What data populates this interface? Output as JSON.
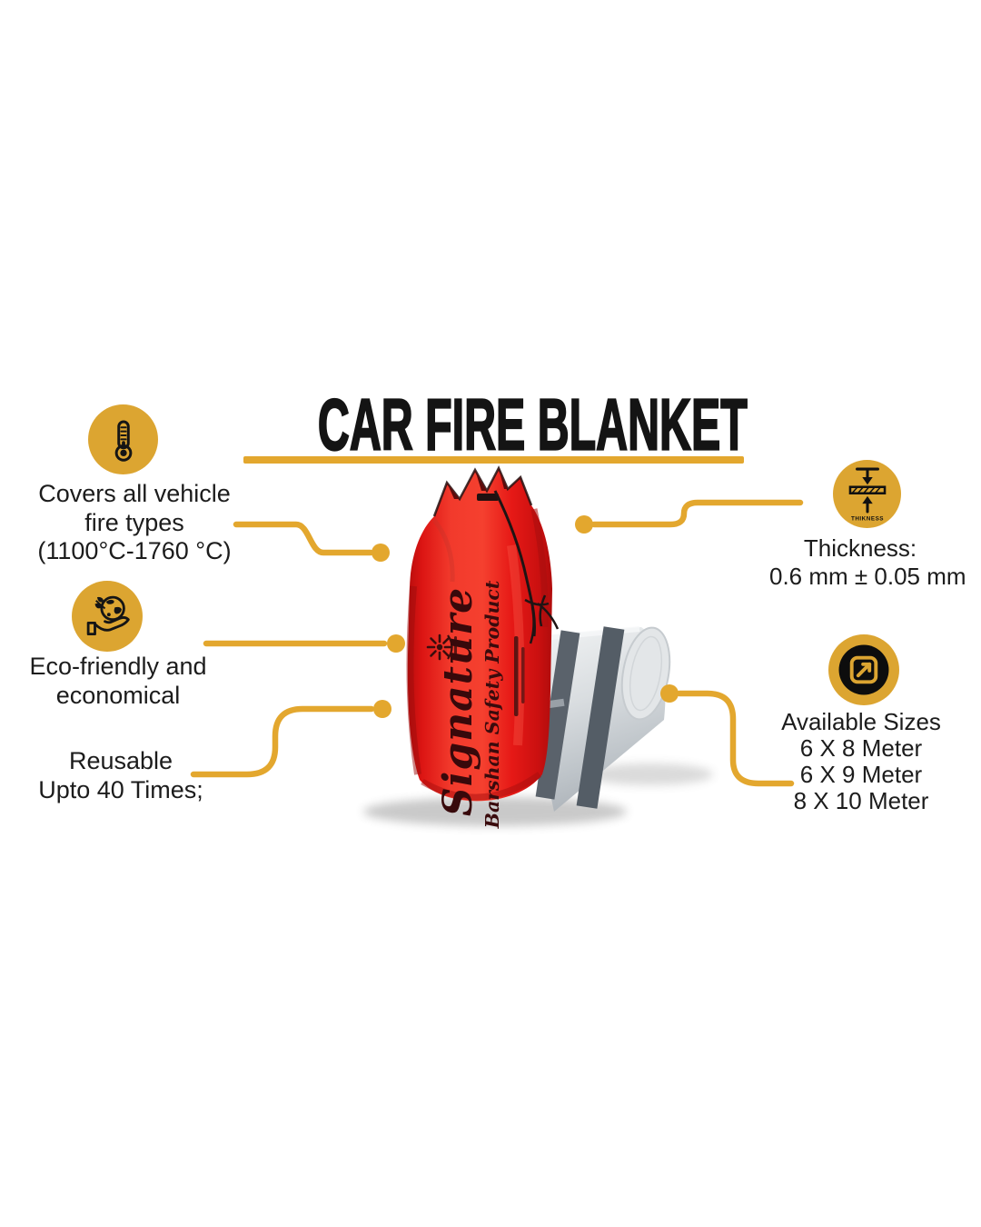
{
  "title": "CAR FIRE BLANKET",
  "callouts_left": [
    {
      "name": "fire-coverage",
      "lines": [
        "Covers all vehicle",
        "fire types",
        "(1100°C-1760 °C)"
      ]
    },
    {
      "name": "eco-friendly",
      "lines": [
        "Eco-friendly and",
        "economical"
      ]
    },
    {
      "name": "reusable",
      "lines": [
        "Reusable",
        "Upto 40 Times;"
      ]
    }
  ],
  "callouts_right": [
    {
      "name": "thickness",
      "icon_label": "THIKNESS",
      "lines": [
        "Thickness:",
        "0.6 mm ± 0.05 mm"
      ]
    },
    {
      "name": "available-sizes",
      "lines": [
        "Available Sizes",
        "6 X 8 Meter",
        "6 X 9 Meter",
        "8 X 10 Meter"
      ]
    }
  ],
  "product": {
    "brand": "Signature",
    "subtitle": "Barshan Safety Product"
  },
  "colors": {
    "gold": "#E3A72E",
    "icon_gold": "#DCA531",
    "bag_red": "#ED1B1D",
    "blanket_gray": "#D9DDE0",
    "strap_gray": "#59616A",
    "text": "#1C1C1C"
  }
}
